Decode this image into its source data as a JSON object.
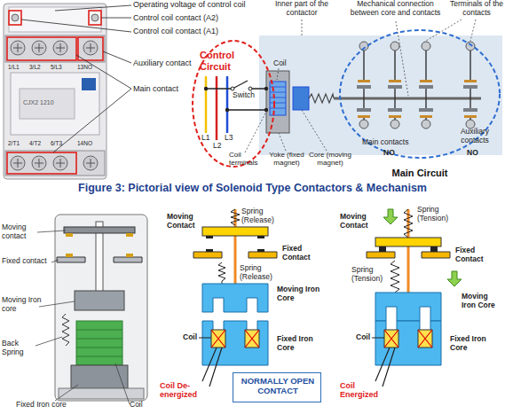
{
  "diagram": {
    "caption": "Figure 3: Pictorial view of Solenoid Type Contactors & Mechanism",
    "nodes": [
      {
        "text": [
          "Control Circuit"
        ]
      },
      {
        "text": [
          "Main Circuit"
        ]
      },
      {
        "text": [
          "NORMALLY OPEN CONTACT"
        ]
      }
    ],
    "labels": [
      "Operating voltage of control coil",
      "Control coil contact (A2)",
      "Control coil contact (A1)",
      "Auxiliary contact",
      "Main contact",
      "1/L1",
      "3/L2",
      "5/L3",
      "13NO",
      "CJX2 1210",
      "2/T1",
      "4/T2",
      "6/T3",
      "14NO",
      "Inner part of the contactor",
      "Mechanical connection between core and contacts",
      "Terminals of the contacts",
      "Switch",
      "Coil",
      "L1",
      "L2",
      "L3",
      "Coil terminals",
      "Yoke (fixed magnet)",
      "Core (moving magnet)",
      "Main contacts",
      "Auxiliary contacts",
      "NO",
      "NO",
      "Moving contact",
      "Fixed contact",
      "Moving Iron core",
      "Back Spring",
      "Fixed Iron core",
      "Coil",
      "Moving Contact",
      "Spring (Release)",
      "Fixed Contact",
      "Spring (Release)",
      "Moving Iron Core",
      "Coil",
      "Fixed Iron Core",
      "Coil De-energized",
      "Moving Contact",
      "Spring (Tension)",
      "Fixed Contact",
      "Spring (Tension)",
      "Moving Iron Core",
      "Coil",
      "Fixed Iron Core",
      "Coil Energized"
    ]
  }
}
